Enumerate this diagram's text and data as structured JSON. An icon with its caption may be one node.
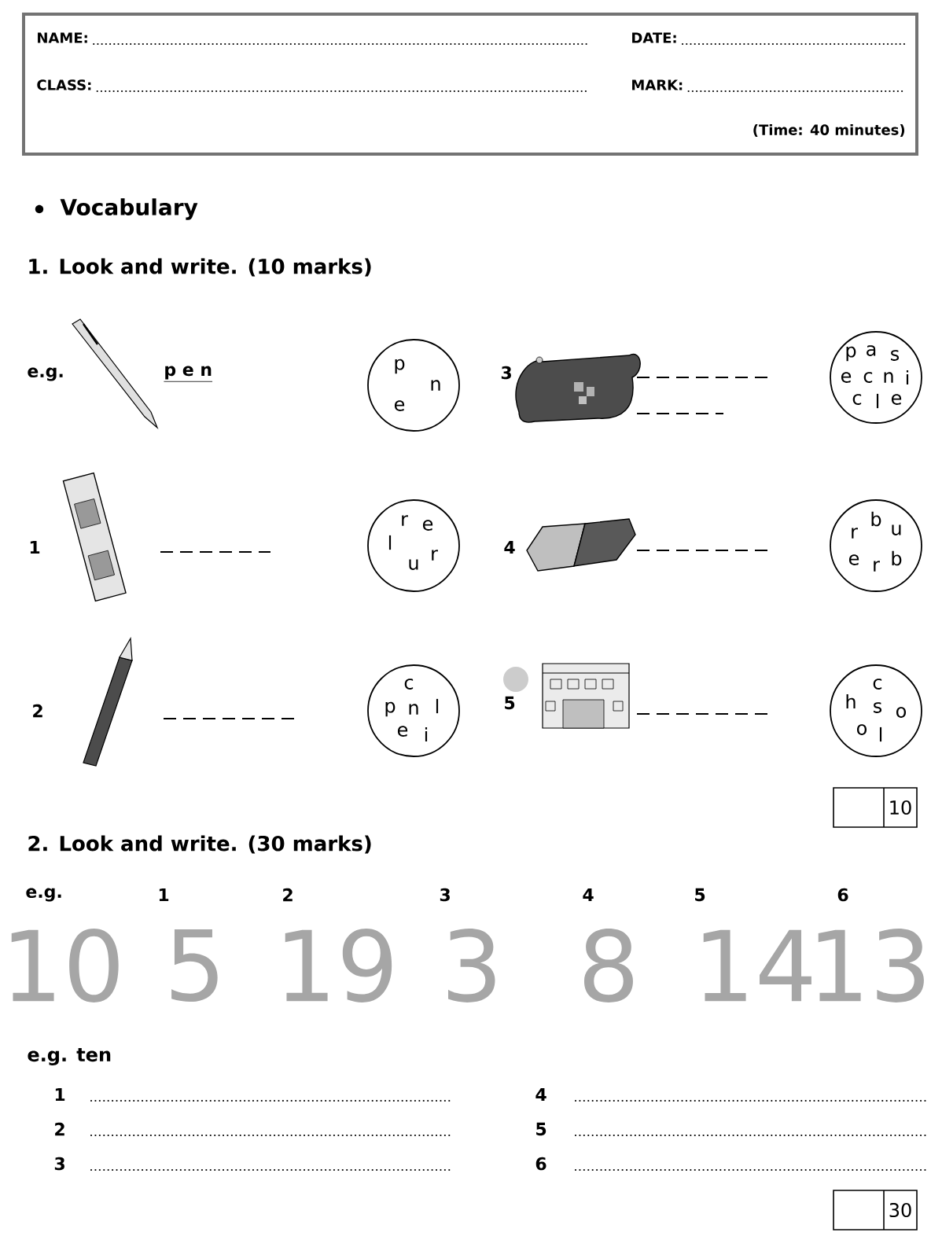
{
  "diagram": {
    "nodes": [
      {
        "text": [
          "NAME:",
          "DATE:",
          "CLASS:",
          "MARK:",
          "(Time: 40 minutes)"
        ]
      },
      {
        "text": [
          "p",
          "n",
          "e"
        ]
      },
      {
        "text": [
          "p",
          "a",
          "s",
          "e",
          "c",
          "n",
          "i",
          "c",
          "l",
          "e"
        ]
      },
      {
        "text": [
          "r",
          "e",
          "l",
          "u",
          "r"
        ]
      },
      {
        "text": [
          "r",
          "b",
          "u",
          "e",
          "r",
          "b"
        ]
      },
      {
        "text": [
          "c",
          "p",
          "n",
          "l",
          "e",
          "i"
        ]
      },
      {
        "text": [
          "c",
          "h",
          "s",
          "o",
          "o",
          "l"
        ]
      },
      {
        "text": [
          "10"
        ]
      },
      {
        "text": [
          "30"
        ]
      }
    ],
    "labels": [
      "Vocabulary",
      "1. Look and write. (10 marks)",
      "e.g.",
      "p e n",
      "3",
      "1",
      "4",
      "2",
      "5",
      "2. Look and write. (30 marks)",
      "e.g.",
      "1",
      "2",
      "3",
      "4",
      "5",
      "6",
      "10",
      "5",
      "19",
      "3",
      "8",
      "14",
      "13",
      "e.g. ten",
      "1",
      "4",
      "2",
      "5",
      "3",
      "6"
    ]
  }
}
